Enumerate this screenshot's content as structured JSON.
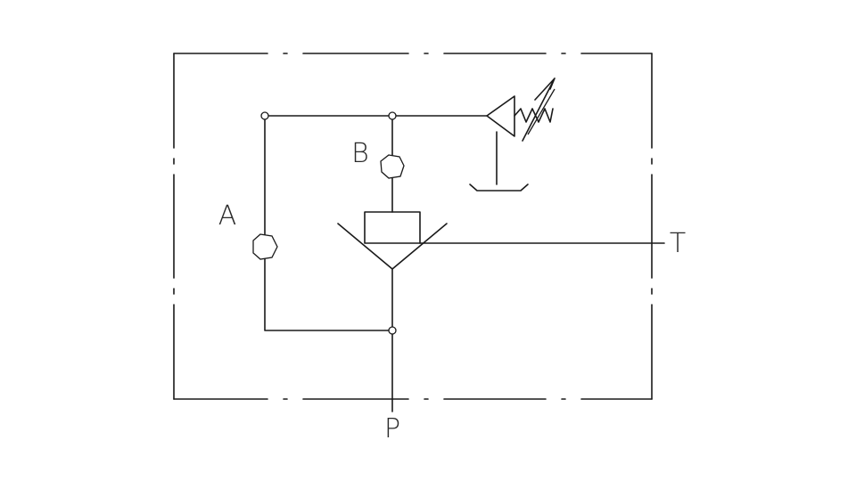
{
  "labels": {
    "a": "A",
    "b": "B",
    "t": "T",
    "p": "P"
  },
  "colors": {
    "line": "#1a1a1a",
    "background": "#ffffff"
  }
}
